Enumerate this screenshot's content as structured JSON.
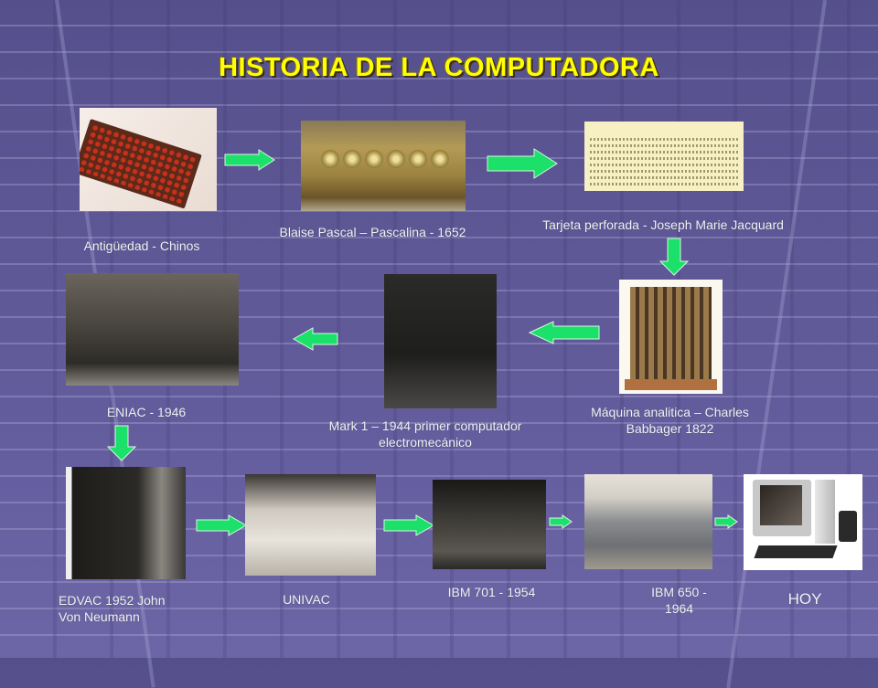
{
  "slide": {
    "title": "HISTORIA DE LA COMPUTADORA",
    "colors": {
      "background": "#5e5896",
      "title": "#ffff00",
      "arrow": "#1be06a",
      "label": "#f2f2f2"
    },
    "steps": [
      {
        "id": "abacus",
        "label": "Antigüedad - Chinos",
        "image": "abacus-photo"
      },
      {
        "id": "pascalina",
        "label": "Blaise Pascal – Pascalina - 1652",
        "image": "pascalina-photo"
      },
      {
        "id": "punch-card",
        "label": "Tarjeta perforada - Joseph Marie Jacquard",
        "image": "punch-card-photo"
      },
      {
        "id": "analytical-engine",
        "label_line1": "Máquina analitica – Charles",
        "label_line2": "Babbager 1822",
        "image": "analytical-engine-photo"
      },
      {
        "id": "mark1",
        "label_line1": "Mark 1 – 1944 primer computador",
        "label_line2": "electromecánico",
        "image": "mark1-photo"
      },
      {
        "id": "eniac",
        "label": "ENIAC - 1946",
        "image": "eniac-photo"
      },
      {
        "id": "edvac",
        "label_line1": "EDVAC 1952 John",
        "label_line2": "Von Neumann",
        "image": "edvac-photo"
      },
      {
        "id": "univac",
        "label": "UNIVAC",
        "image": "univac-photo"
      },
      {
        "id": "ibm701",
        "label": "IBM 701 - 1954",
        "image": "ibm701-photo"
      },
      {
        "id": "ibm650",
        "label_line1": "IBM 650 -",
        "label_line2": "1964",
        "image": "ibm650-photo"
      },
      {
        "id": "hoy",
        "label": "HOY",
        "image": "modern-pc-photo"
      }
    ],
    "arrows": [
      {
        "from": "abacus",
        "to": "pascalina",
        "direction": "right"
      },
      {
        "from": "pascalina",
        "to": "punch-card",
        "direction": "right"
      },
      {
        "from": "punch-card",
        "to": "analytical-engine",
        "direction": "down"
      },
      {
        "from": "analytical-engine",
        "to": "mark1",
        "direction": "left"
      },
      {
        "from": "mark1",
        "to": "eniac",
        "direction": "left"
      },
      {
        "from": "eniac",
        "to": "edvac",
        "direction": "down"
      },
      {
        "from": "edvac",
        "to": "univac",
        "direction": "right"
      },
      {
        "from": "univac",
        "to": "ibm701",
        "direction": "right"
      },
      {
        "from": "ibm701",
        "to": "ibm650",
        "direction": "right"
      },
      {
        "from": "ibm650",
        "to": "hoy",
        "direction": "right"
      }
    ]
  }
}
